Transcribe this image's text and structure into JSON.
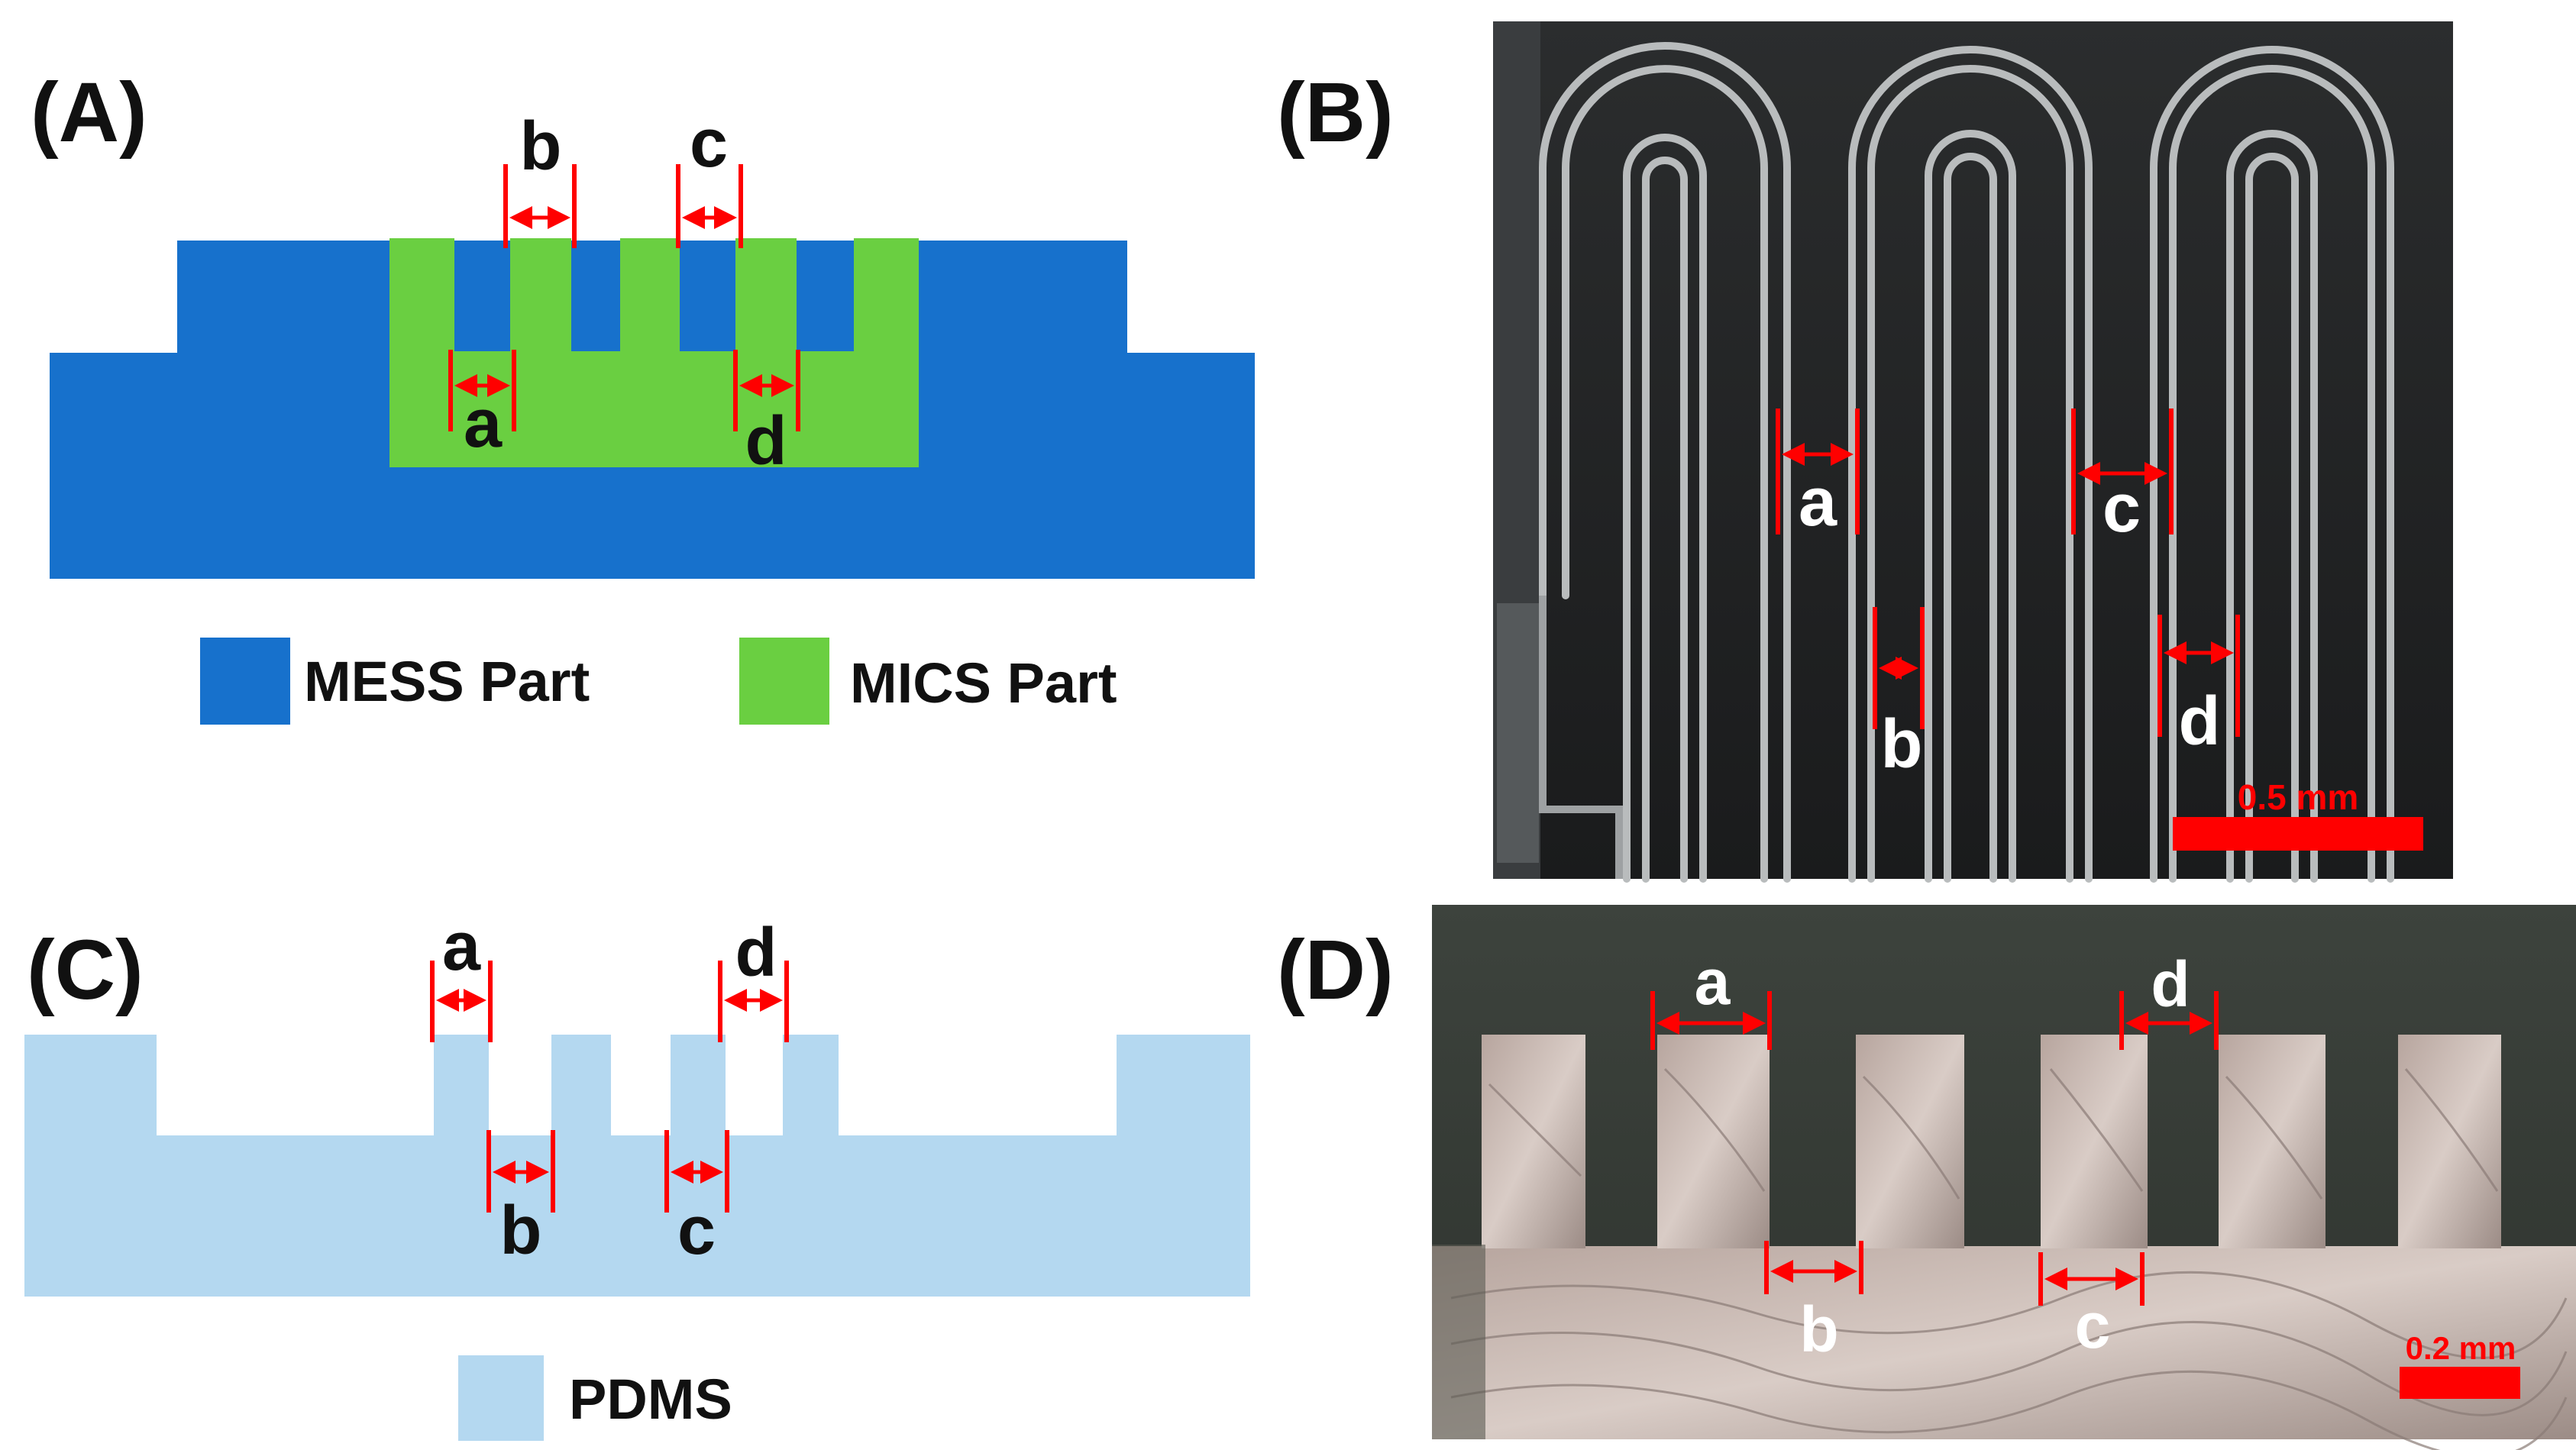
{
  "panels": {
    "a": {
      "label": "(A)"
    },
    "b": {
      "label": "(B)"
    },
    "c": {
      "label": "(C)"
    },
    "d": {
      "label": "(D)"
    }
  },
  "dims": {
    "a": "a",
    "b": "b",
    "c": "c",
    "d": "d"
  },
  "legend": {
    "mess": "MESS Part",
    "mics": "MICS Part",
    "pdms": "PDMS"
  },
  "scalebars": {
    "b": "0.5 mm",
    "d": "0.2 mm"
  },
  "colors": {
    "mess": "#1771CC",
    "mics": "#6ACF41",
    "pdms": "#B4D8F0",
    "annotation": "#FF0000",
    "photo_b_bg": "#202223",
    "photo_d_bg": "#3E433E"
  }
}
